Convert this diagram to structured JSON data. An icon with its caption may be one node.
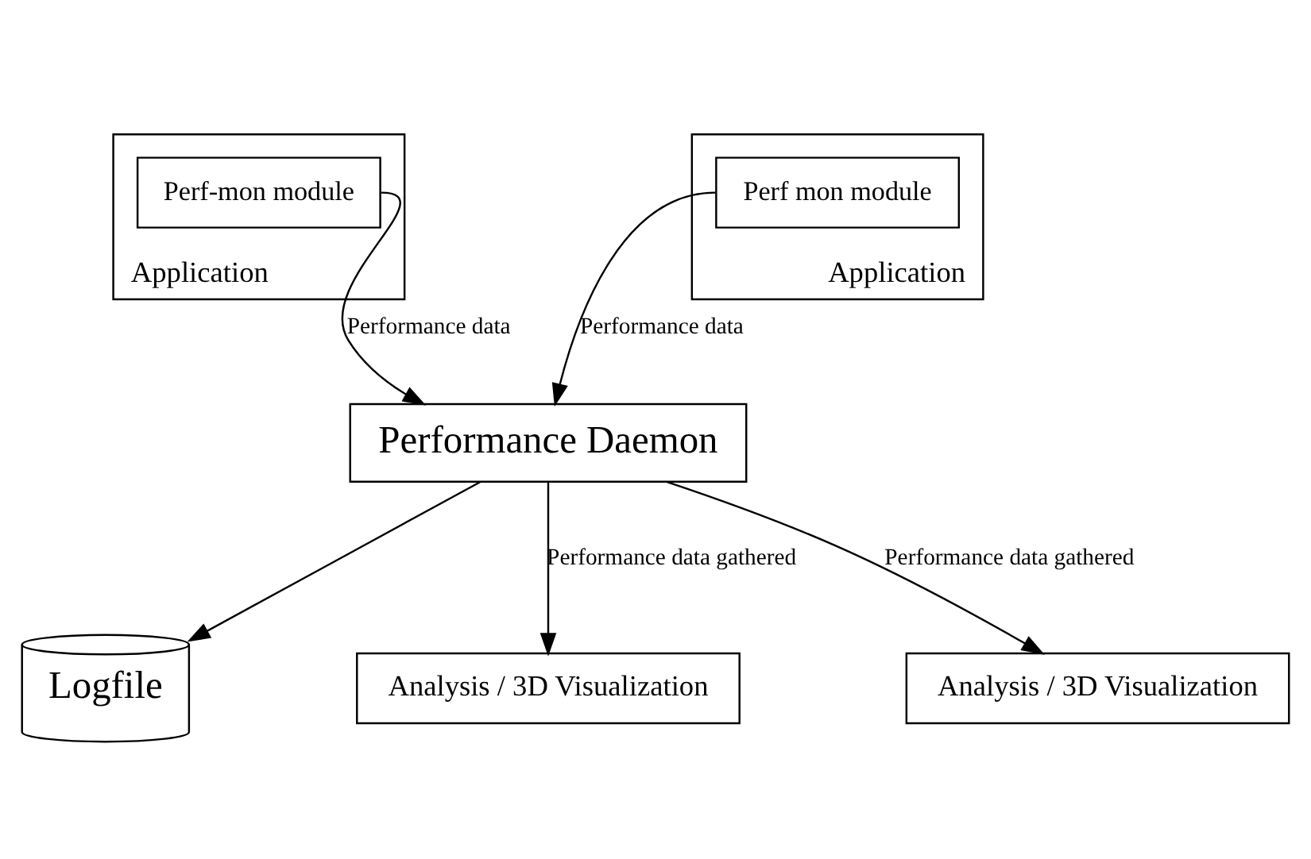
{
  "diagram": {
    "nodes": [
      {
        "text": [
          "Application"
        ]
      },
      {
        "text": [
          "Perf-mon module"
        ],
        "in": 0
      },
      {
        "text": [
          "Performance Daemon"
        ]
      },
      {
        "text": [
          "Application"
        ]
      },
      {
        "text": [
          "Perf mon module"
        ],
        "in": 3
      },
      {
        "text": [
          "Logfile"
        ]
      },
      {
        "text": [
          "Analysis / 3D Visualization"
        ]
      },
      {
        "text": [
          "Analysis / 3D Visualization"
        ]
      }
    ],
    "edges": [
      {
        "from": 1,
        "to": 2,
        "arrow": "to",
        "label": "Performance data"
      },
      {
        "from": 4,
        "to": 2,
        "arrow": "to",
        "label": "Performance data"
      },
      {
        "from": 2,
        "to": 5,
        "arrow": "to"
      },
      {
        "from": 2,
        "to": 6,
        "arrow": "to",
        "label": "Performance data gathered"
      },
      {
        "from": 2,
        "to": 7,
        "arrow": "to",
        "label": "Performance data gathered"
      }
    ]
  }
}
